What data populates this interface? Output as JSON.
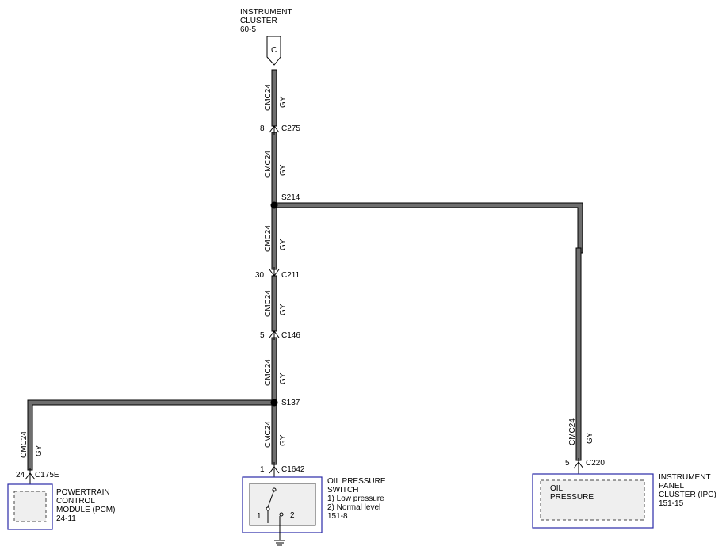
{
  "top_component": {
    "line1": "INSTRUMENT",
    "line2": "CLUSTER",
    "ref": "60-5",
    "connector_letter": "C"
  },
  "wire": {
    "circuit": "CMC24",
    "color": "GY"
  },
  "connectors": {
    "c275": {
      "pin": "8",
      "name": "C275"
    },
    "c211": {
      "pin": "30",
      "name": "C211"
    },
    "c146": {
      "pin": "5",
      "name": "C146"
    },
    "c1642": {
      "pin": "1",
      "name": "C1642"
    },
    "c175e": {
      "pin": "24",
      "name": "C175E"
    },
    "c220": {
      "pin": "5",
      "name": "C220"
    }
  },
  "splices": {
    "s214": "S214",
    "s137": "S137"
  },
  "pcm": {
    "line1": "POWERTRAIN",
    "line2": "CONTROL",
    "line3": "MODULE (PCM)",
    "ref": "24-11"
  },
  "oil_switch": {
    "line1": "OIL PRESSURE",
    "line2": "SWITCH",
    "state1": "1) Low pressure",
    "state2": "2) Normal level",
    "ref": "151-8",
    "pos1": "1",
    "pos2": "2"
  },
  "ipc": {
    "line1": "INSTRUMENT",
    "line2": "PANEL",
    "line3": "CLUSTER (IPC)",
    "ref": "151-15",
    "inner1": "OIL",
    "inner2": "PRESSURE"
  },
  "colors": {
    "wire": "#6e6e6e",
    "box_border": "#2a2aa8",
    "box_fill": "#efefef"
  }
}
